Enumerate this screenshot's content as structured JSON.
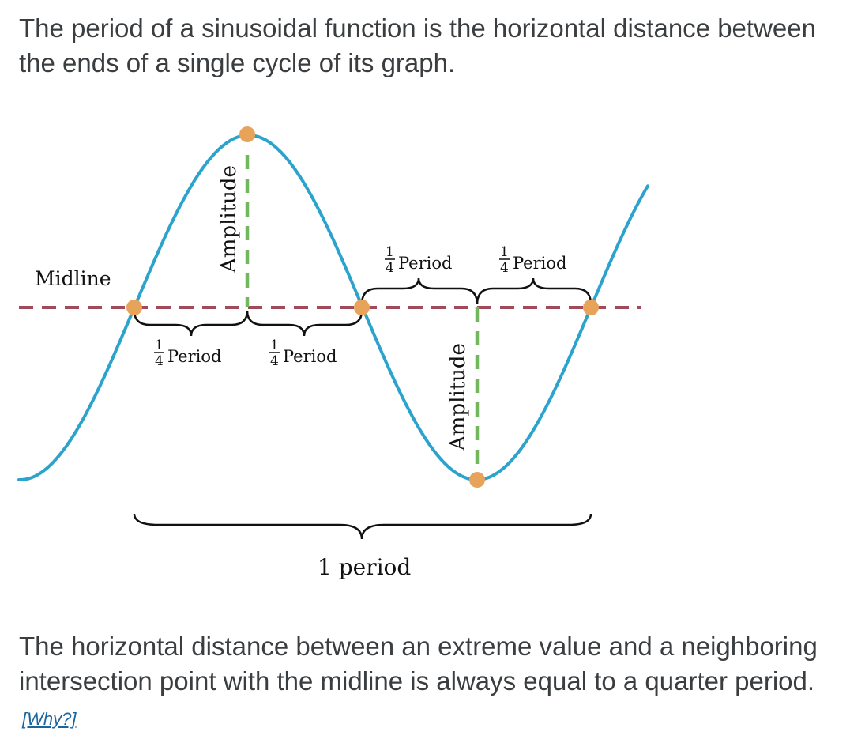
{
  "intro_text": "The period of a sinusoidal function is the horizontal distance between the ends of a single cycle of its graph.",
  "diagram": {
    "midline_label": "Midline",
    "amplitude_label": "Amplitude",
    "quarter_numerator": "1",
    "quarter_denominator": "4",
    "quarter_word": "Period",
    "full_period_label": "1 period",
    "colors": {
      "curve": "#2ca3cd",
      "midline": "#a14a5b",
      "amplitude": "#72b65e",
      "points": "#e7a35a",
      "brace": "#111111"
    }
  },
  "outro_text": "The horizontal distance between an extreme value and a neighboring intersection point with the midline is always equal to a quarter period.",
  "why_link": "[Why?]"
}
